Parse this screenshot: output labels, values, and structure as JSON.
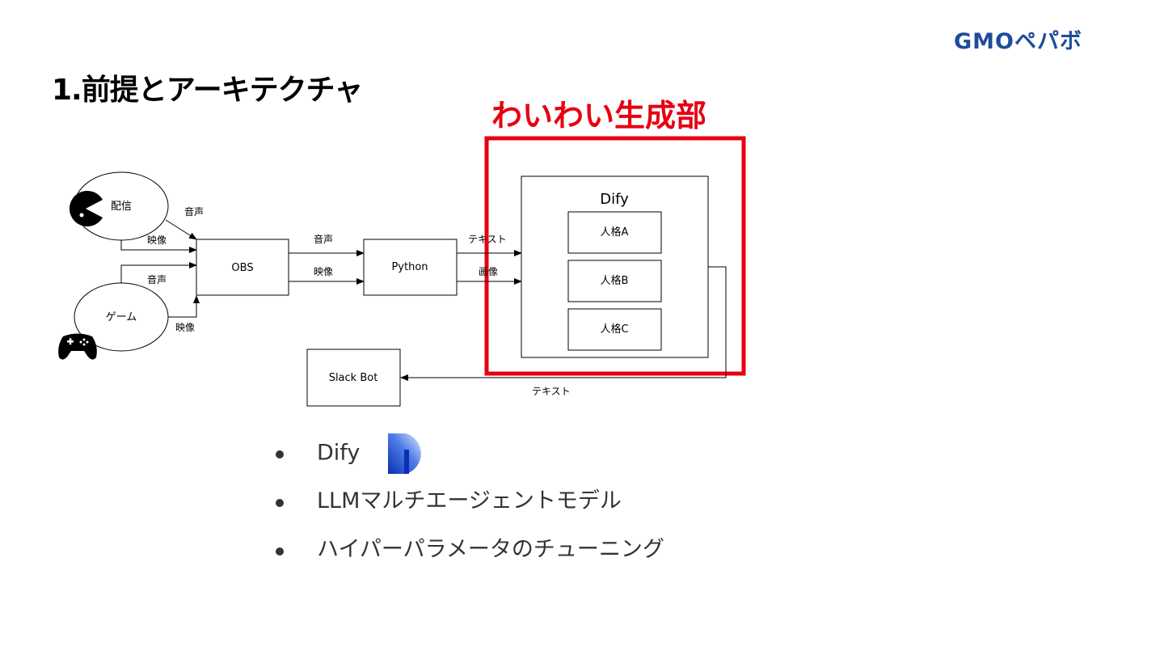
{
  "header": {
    "logo_text": "GMOペパボ",
    "logo_color": "#1e4c9a",
    "slide_title": "1.前提とアーキテクチャ"
  },
  "highlight": {
    "label": "わいわい生成部",
    "color": "#e60012"
  },
  "diagram": {
    "nodes": {
      "stream": "配信",
      "game": "ゲーム",
      "obs": "OBS",
      "python": "Python",
      "dify": "Dify",
      "persona_a": "人格A",
      "persona_b": "人格B",
      "persona_c": "人格C",
      "slack_bot": "Slack Bot"
    },
    "edges": {
      "stream_audio": "音声",
      "stream_video": "映像",
      "game_audio": "音声",
      "game_video": "映像",
      "obs_audio": "音声",
      "obs_video": "映像",
      "py_text": "テキスト",
      "py_image": "画像",
      "dify_text": "テキスト"
    },
    "icons": [
      "pacman-icon",
      "gamepad-icon"
    ]
  },
  "bullets": [
    {
      "label": "Dify",
      "icon": "dify-logo-icon"
    },
    {
      "label": "LLMマルチエージェントモデル"
    },
    {
      "label": "ハイパーパラメータのチューニング"
    }
  ]
}
